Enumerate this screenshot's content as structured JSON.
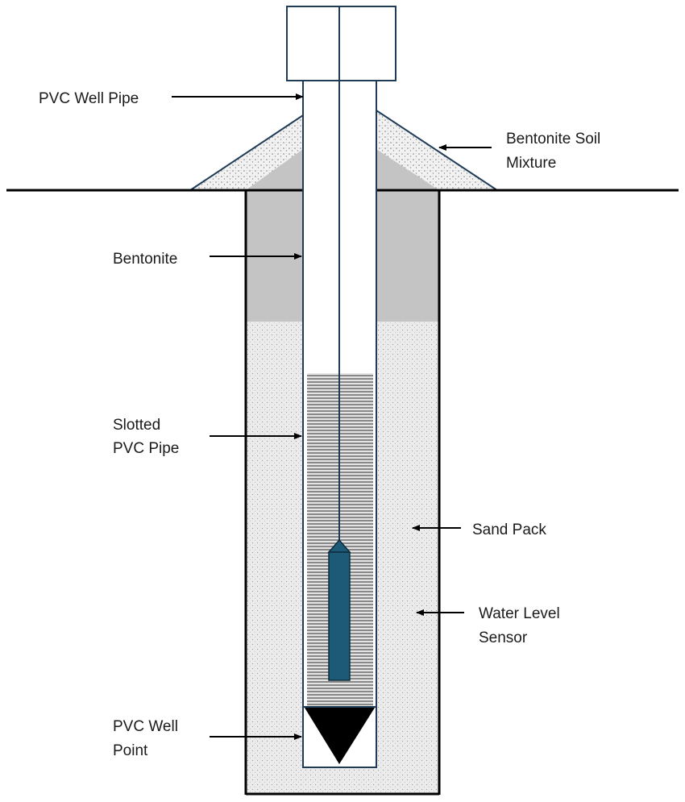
{
  "labels": {
    "pvc_well_pipe": "PVC Well Pipe",
    "bentonite_soil_mixture": [
      "Bentonite Soil",
      "Mixture"
    ],
    "bentonite": "Bentonite",
    "slotted_pvc_pipe": [
      "Slotted",
      "PVC Pipe"
    ],
    "sand_pack": "Sand Pack",
    "water_level_sensor": [
      "Water Level",
      "Sensor"
    ],
    "pvc_well_point": [
      "PVC Well",
      "Point"
    ]
  },
  "colors": {
    "outline": "#1a1a1a",
    "bentonite": "#c4c4c4",
    "sand_pack": "#e8e8e8",
    "soil_mixture": "#eeeeee",
    "slot_lines": "#555555",
    "sensor": "#1c5a78",
    "well_point": "#000000"
  }
}
